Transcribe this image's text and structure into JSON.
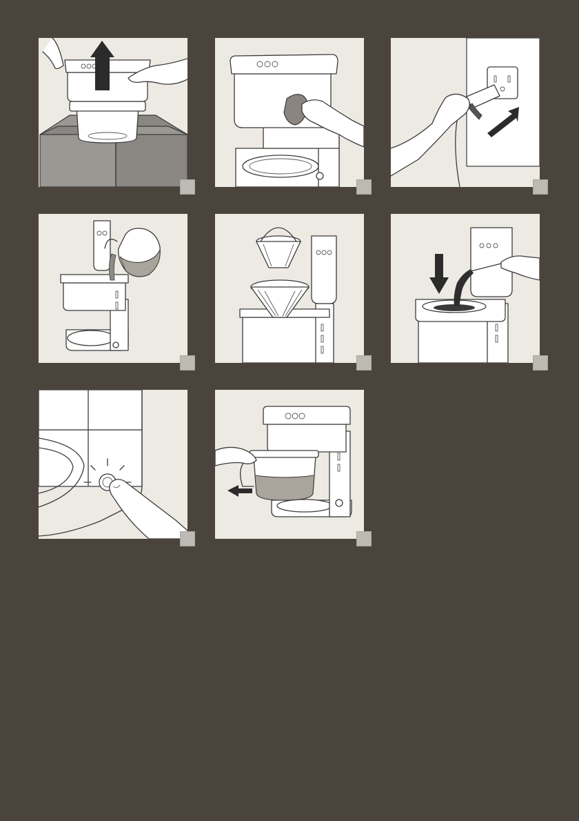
{
  "page": {
    "background": "#4a443d",
    "panel_background": "#edeae4",
    "badge_color": "#bdbab4"
  },
  "steps": [
    {
      "illustration": "unbox-lift-machine"
    },
    {
      "illustration": "wipe-machine-with-cloth"
    },
    {
      "illustration": "plug-into-wall-socket"
    },
    {
      "illustration": "pour-water-into-reservoir"
    },
    {
      "illustration": "insert-filter-basket"
    },
    {
      "illustration": "add-ground-coffee"
    },
    {
      "illustration": "press-power-button"
    },
    {
      "illustration": "remove-carafe"
    }
  ]
}
